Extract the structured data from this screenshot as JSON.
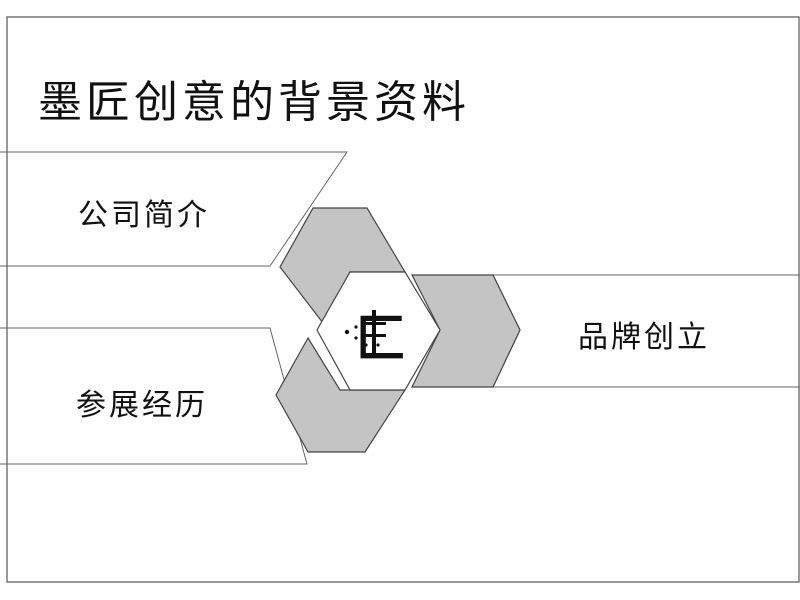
{
  "slide": {
    "title": "墨匠创意的背景资料",
    "items": [
      {
        "label": "公司简介"
      },
      {
        "label": "参展经历"
      },
      {
        "label": "品牌创立"
      }
    ]
  },
  "logo": {
    "icon": "mojiang-logo-icon"
  },
  "colors": {
    "panel_fill": "#c4c4c4",
    "outline": "#444444",
    "background": "#ffffff"
  }
}
